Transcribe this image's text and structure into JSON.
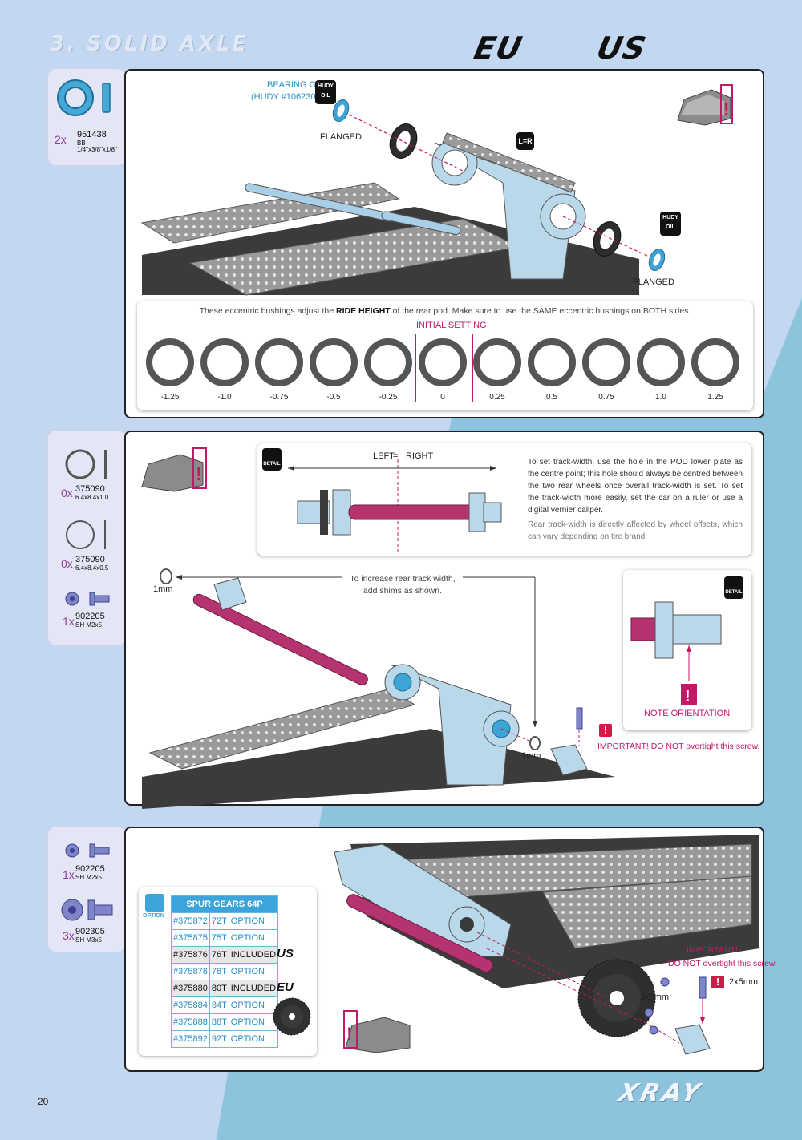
{
  "header": {
    "section_title": "3. SOLID AXLE",
    "logo_eu": "EU",
    "logo_us": "US"
  },
  "footer": {
    "page_number": "20",
    "brand": "XRAY"
  },
  "step1": {
    "parts": [
      {
        "qty": "2x",
        "part_no": "951438",
        "desc": "BB 1/4\"x3/8\"x1/8\""
      }
    ],
    "labels": {
      "bearing_oil": "BEARING OIL",
      "hudy_no": "(HUDY #106230)",
      "flanged_top": "FLANGED",
      "flanged_bottom": "FLANGED",
      "hudy": "HUDY",
      "oil": "OIL",
      "lr": "L=R"
    },
    "eccentric": {
      "note_pre": "These eccentric bushings adjust the ",
      "note_bold": "RIDE HEIGHT",
      "note_post": " of the rear pod.  Make sure to use the SAME eccentric bushings on BOTH sides.",
      "initial_setting": "INITIAL SETTING",
      "values": [
        "-1.25",
        "-1.0",
        "-0.75",
        "-0.5",
        "-0.25",
        "0",
        "0.25",
        "0.5",
        "0.75",
        "1.0",
        "1.25"
      ]
    }
  },
  "step2": {
    "parts": [
      {
        "qty": "0x",
        "part_no": "375090",
        "desc": "6.4x8.4x1.0"
      },
      {
        "qty": "0x",
        "part_no": "375090",
        "desc": "6.4x8.4x0.5"
      },
      {
        "qty": "1x",
        "part_no": "902205",
        "desc": "SH M2x5"
      }
    ],
    "detail": {
      "left": "LEFT",
      "equals": "=",
      "right": "RIGHT",
      "detail_tag": "DETAIL",
      "para1": "To set track-width, use the hole in the POD lower plate as the centre point; this hole should always be centred between the two rear wheels once overall track-width is set. To set the track-width more easily, set the car on a ruler or use a digital vernier caliper.",
      "para2": "Rear track-width is directly affected by wheel offsets, which can vary depending on tire brand."
    },
    "labels": {
      "shim_left": "1mm",
      "shim_right": "1mm",
      "increase_note": "To increase rear track width, add shims as shown.",
      "note_orientation": "NOTE ORIENTATION",
      "important": "IMPORTANT! DO NOT overtight this screw."
    }
  },
  "step3": {
    "parts": [
      {
        "qty": "1x",
        "part_no": "902205",
        "desc": "SH M2x5"
      },
      {
        "qty": "3x",
        "part_no": "902305",
        "desc": "SH M3x5"
      }
    ],
    "spur": {
      "option_tag": "OPTION",
      "header": "SPUR GEARS 64P",
      "rows": [
        {
          "part": "#375872",
          "teeth": "72T",
          "status": "OPTION"
        },
        {
          "part": "#375875",
          "teeth": "75T",
          "status": "OPTION"
        },
        {
          "part": "#375876",
          "teeth": "76T",
          "status": "INCLUDED"
        },
        {
          "part": "#375878",
          "teeth": "78T",
          "status": "OPTION"
        },
        {
          "part": "#375880",
          "teeth": "80T",
          "status": "INCLUDED"
        },
        {
          "part": "#375884",
          "teeth": "84T",
          "status": "OPTION"
        },
        {
          "part": "#375888",
          "teeth": "88T",
          "status": "OPTION"
        },
        {
          "part": "#375892",
          "teeth": "92T",
          "status": "OPTION"
        }
      ],
      "us_mark": "US",
      "eu_mark": "EU"
    },
    "labels": {
      "important_line1": "IMPORTANT!",
      "important_line2": "DO NOT overtight this screw.",
      "screw_3x5": "3x5mm",
      "screw_2x5": "2x5mm"
    }
  },
  "colors": {
    "accent_pink": "#c01a67",
    "accent_blue": "#2b8fc8",
    "part_blue": "#a9cfe6",
    "axle_magenta": "#b5336f",
    "qty_purple": "#8e3f95"
  }
}
